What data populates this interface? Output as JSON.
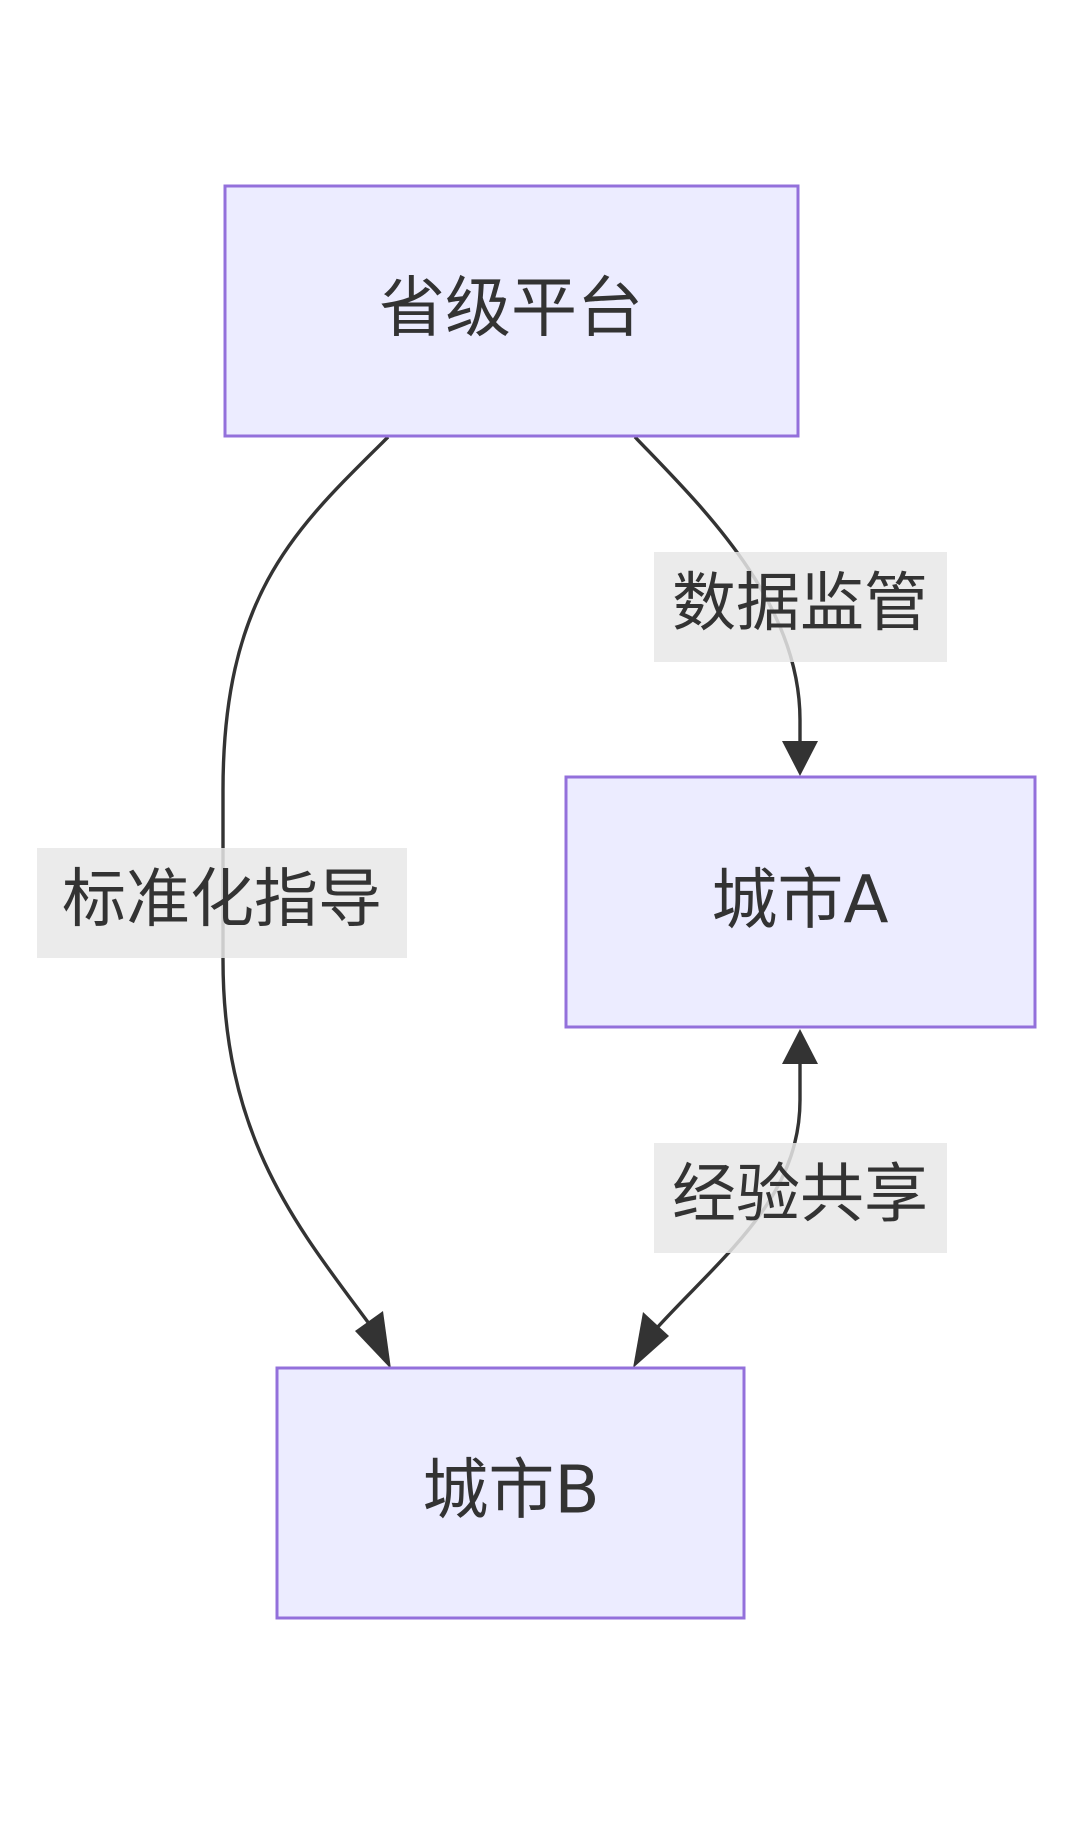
{
  "diagram": {
    "type": "flowchart",
    "colors": {
      "node_fill": "#ececff",
      "node_border": "#9370db",
      "edge": "#333333",
      "label_background": "#e8e8e8",
      "text": "#333333"
    },
    "nodes": {
      "province": "省级平台",
      "city_a": "城市A",
      "city_b": "城市B"
    },
    "edges": [
      {
        "from": "province",
        "to": "city_a",
        "label": "数据监管",
        "direction": "one-way"
      },
      {
        "from": "province",
        "to": "city_b",
        "label": "标准化指导",
        "direction": "one-way"
      },
      {
        "from": "city_a",
        "to": "city_b",
        "label": "经验共享",
        "direction": "two-way"
      }
    ]
  }
}
